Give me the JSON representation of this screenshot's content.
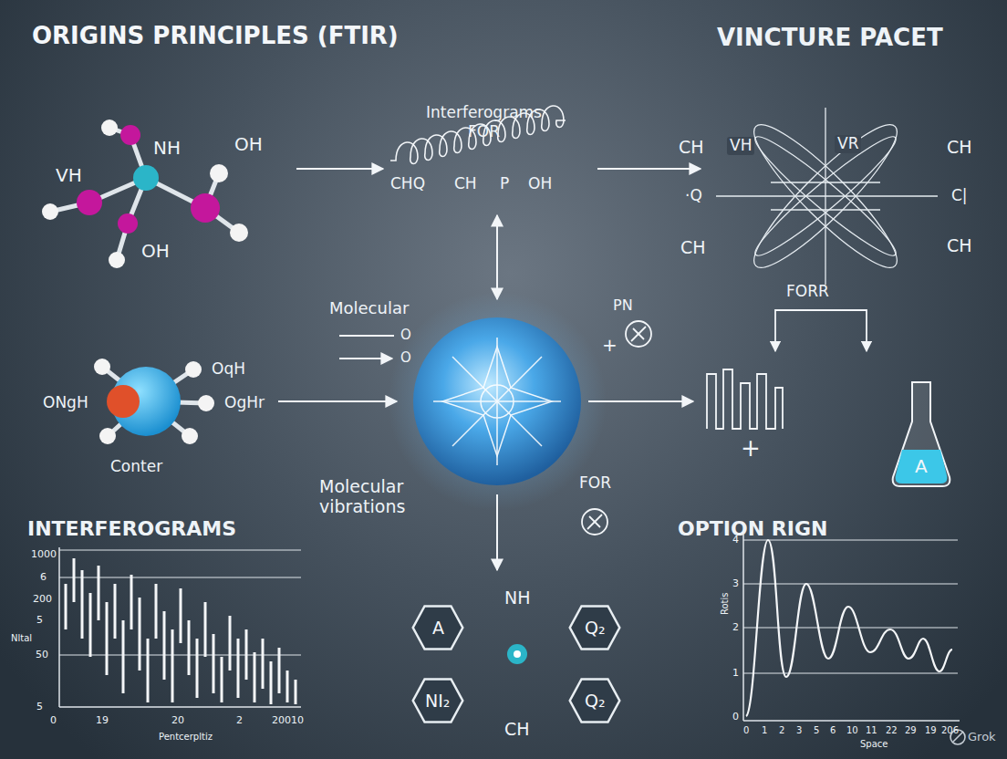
{
  "diagram": {
    "title": "ORIGINS PRINCIPLES (FTIR)",
    "nodes": [
      {
        "text": [
          "A"
        ]
      },
      {
        "text": [
          "A"
        ]
      },
      {
        "text": [
          "Q₂"
        ]
      },
      {
        "text": [
          "NI₂"
        ]
      },
      {
        "text": [
          "Q₂"
        ]
      }
    ],
    "labels": [
      "VINCTURE PACET",
      "NH",
      "OH",
      "VH",
      "OH",
      "Interferograms",
      "FOR",
      "CHQ",
      "CH",
      "P",
      "OH",
      "VH",
      "VR",
      "CH",
      "CH",
      "·Q",
      "C|",
      "CH",
      "CH",
      "Molecular",
      "O",
      "O",
      "PN",
      "+",
      "FORR",
      "OqH",
      "ONgH",
      "OgHr",
      "Conter",
      "FOR",
      "Molecular vibrations",
      "+",
      "NH",
      "CH",
      "INTERFEROGRAMS",
      "1000",
      "6",
      "200",
      "5",
      "50",
      "5",
      "0",
      "19",
      "20",
      "2",
      "20010",
      "Nltal",
      "Pentcerpltiz",
      "OPTION RIGN",
      "4",
      "3",
      "2",
      "1",
      "0",
      "Rotis",
      "0",
      "1",
      "2",
      "3",
      "5",
      "6",
      "10",
      "11",
      "22",
      "29",
      "19",
      "206",
      "Space",
      "Grok"
    ]
  }
}
